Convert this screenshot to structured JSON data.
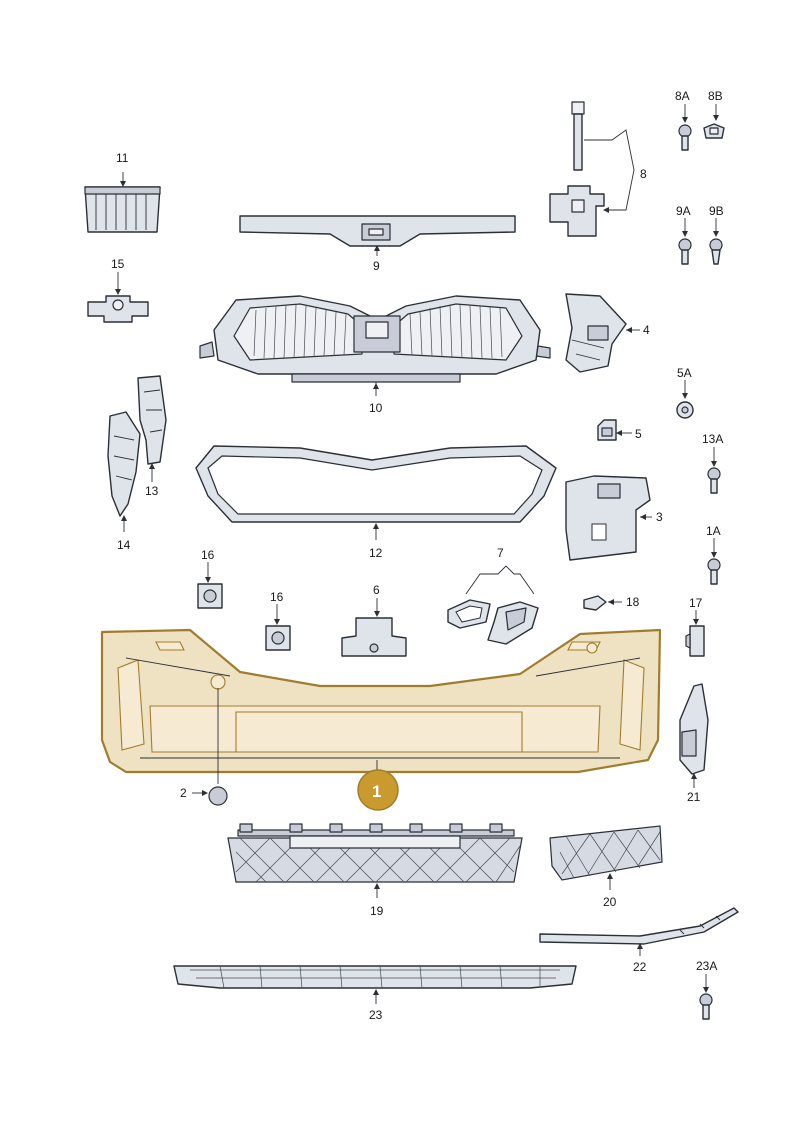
{
  "diagram": {
    "colors": {
      "part_fill": "#dfe3ea",
      "outline": "#2b2f36",
      "highlight_fill": "#efe2c2",
      "highlight_outline": "#a07d2c",
      "badge_fill": "#c99a2e"
    },
    "highlight_badge": "1",
    "labels": {
      "p2": "2",
      "p3": "3",
      "p4": "4",
      "p5": "5",
      "p5A": "5A",
      "p6": "6",
      "p7": "7",
      "p8": "8",
      "p8A": "8A",
      "p8B": "8B",
      "p9": "9",
      "p9A": "9A",
      "p9B": "9B",
      "p10": "10",
      "p11": "11",
      "p12": "12",
      "p13": "13",
      "p13A": "13A",
      "p14": "14",
      "p15": "15",
      "p16a": "16",
      "p16b": "16",
      "p17": "17",
      "p18": "18",
      "p19": "19",
      "p1A": "1A",
      "p20": "20",
      "p21": "21",
      "p22": "22",
      "p23": "23",
      "p23A": "23A"
    }
  }
}
